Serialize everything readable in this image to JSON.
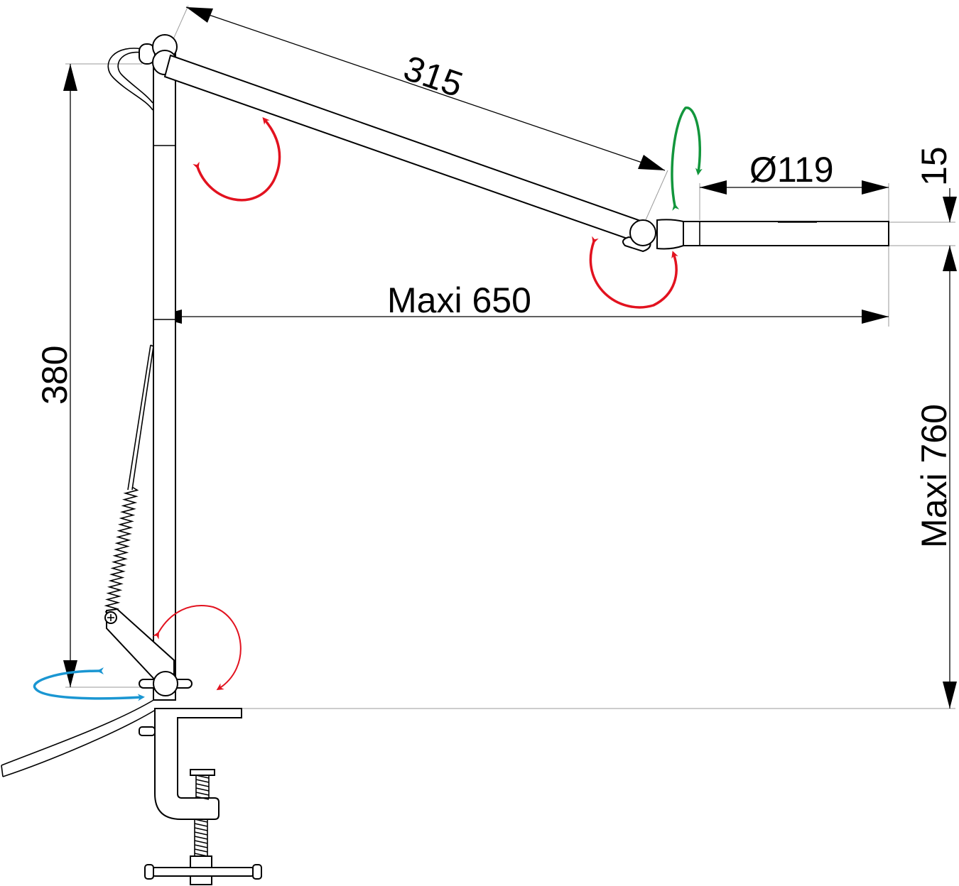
{
  "dimensions": {
    "arm_length": "315",
    "head_diameter": "Ø119",
    "head_thickness": "15",
    "max_reach": "Maxi 650",
    "column_height": "380",
    "max_height": "Maxi 760"
  },
  "colors": {
    "line": "#000000",
    "extension": "#9a9a9a",
    "rotation_arm": "#e2121f",
    "rotation_head": "#12963c",
    "rotation_base": "#1a96d2"
  }
}
